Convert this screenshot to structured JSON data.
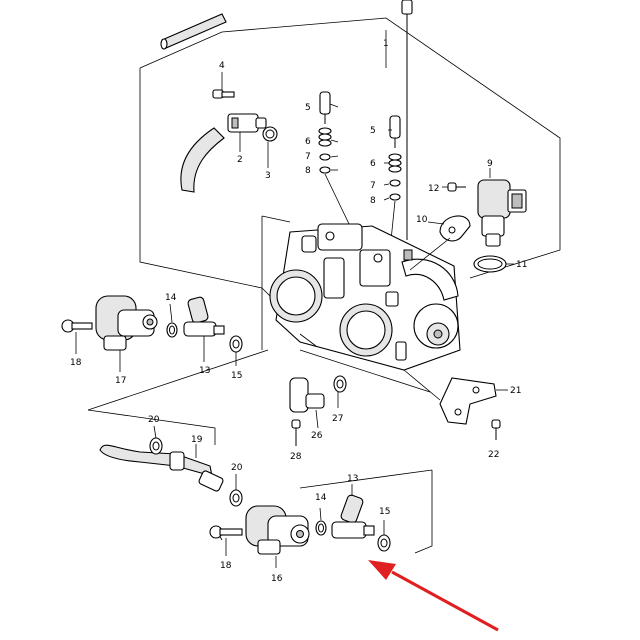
{
  "callouts": {
    "c1": "1",
    "c2": "2",
    "c3": "3",
    "c4": "4",
    "c5a": "5",
    "c5b": "5",
    "c6a": "6",
    "c6b": "6",
    "c7a": "7",
    "c7b": "7",
    "c8a": "8",
    "c8b": "8",
    "c9": "9",
    "c10": "10",
    "c11": "11",
    "c12": "12",
    "c13a": "13",
    "c13b": "13",
    "c14a": "14",
    "c14b": "14",
    "c15a": "15",
    "c15b": "15",
    "c16": "16",
    "c17": "17",
    "c18a": "18",
    "c18b": "18",
    "c19": "19",
    "c20a": "20",
    "c20b": "20",
    "c21": "21",
    "c22": "22",
    "c26": "26",
    "c27": "27",
    "c28": "28"
  },
  "colors": {
    "line": "#000000",
    "background": "#ffffff",
    "arrow": "#e02020"
  }
}
